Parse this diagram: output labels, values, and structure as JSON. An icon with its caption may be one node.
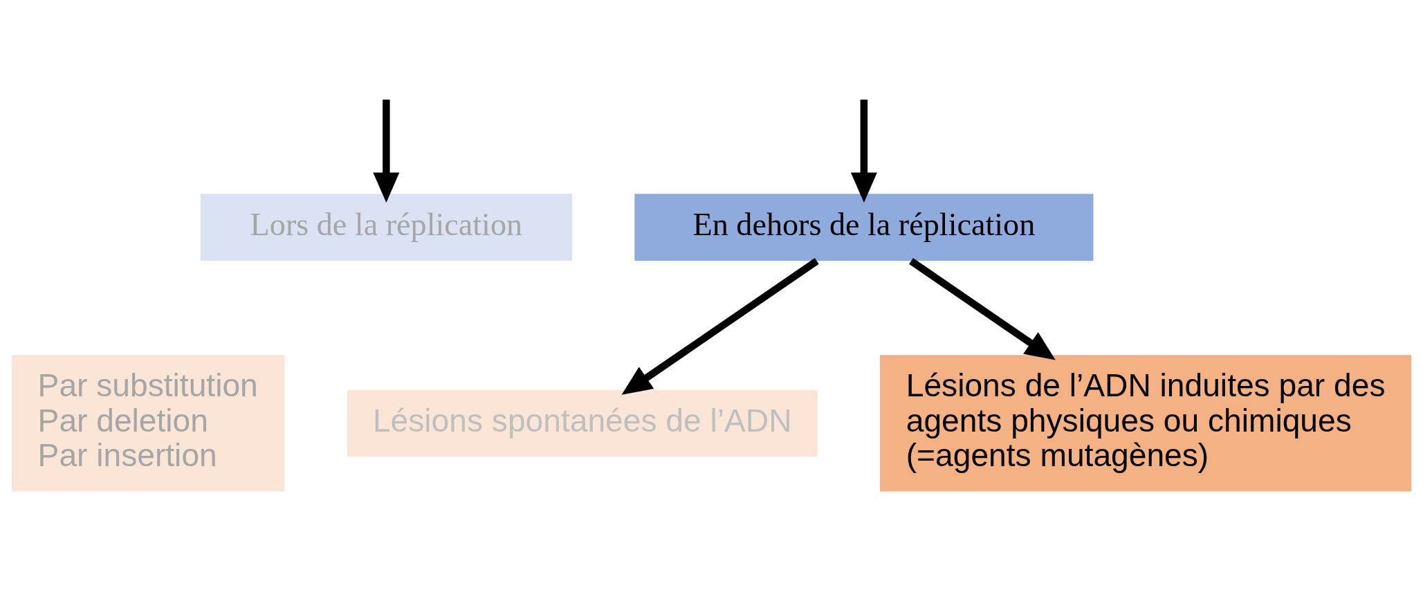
{
  "diagram": {
    "nodes": [
      {
        "text": [
          "Lors de la réplication"
        ]
      },
      {
        "text": [
          "Par substitution",
          "Par deletion",
          "Par insertion"
        ]
      },
      {
        "text": [
          "En dehors de la réplication"
        ]
      },
      {
        "text": [
          "Lésions spontanées de l’ADN"
        ]
      },
      {
        "text": [
          "Lésions de l’ADN induites par des agents physiques ou chimiques (=agents mutagènes)"
        ]
      }
    ],
    "edges": [
      {
        "from": null,
        "to": 0,
        "arrow": "to"
      },
      {
        "from": null,
        "to": 2,
        "arrow": "to"
      },
      {
        "from": 2,
        "to": 3,
        "arrow": "to"
      },
      {
        "from": 2,
        "to": 4,
        "arrow": "to"
      }
    ]
  }
}
